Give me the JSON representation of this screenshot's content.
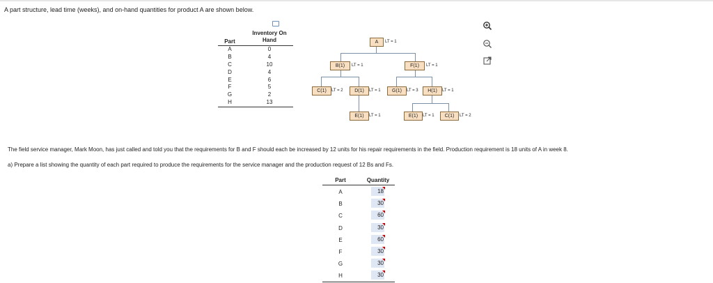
{
  "intro": "A part structure, lead time (weeks), and on-hand quantities for product A are shown below.",
  "inventory": {
    "col_part": "Part",
    "col_onhand": "Inventory On Hand",
    "rows": [
      {
        "part": "A",
        "qty": "0"
      },
      {
        "part": "B",
        "qty": "4"
      },
      {
        "part": "C",
        "qty": "10"
      },
      {
        "part": "D",
        "qty": "4"
      },
      {
        "part": "E",
        "qty": "6"
      },
      {
        "part": "F",
        "qty": "5"
      },
      {
        "part": "G",
        "qty": "2"
      },
      {
        "part": "H",
        "qty": "13"
      }
    ]
  },
  "tree": {
    "A": {
      "label": "A",
      "lt": "LT = 1"
    },
    "B": {
      "label": "B(1)",
      "lt": "LT = 1"
    },
    "F": {
      "label": "F(1)",
      "lt": "LT = 1"
    },
    "C1": {
      "label": "C(1)",
      "lt": "LT = 2"
    },
    "D": {
      "label": "D(1)",
      "lt": "LT = 1"
    },
    "G": {
      "label": "G(1)",
      "lt": "LT = 3"
    },
    "H": {
      "label": "H(1)",
      "lt": "LT = 1"
    },
    "E1": {
      "label": "E(1)",
      "lt": "LT = 1"
    },
    "E2": {
      "label": "E(1)",
      "lt": "LT = 1"
    },
    "C2": {
      "label": "C(1)",
      "lt": "LT = 2"
    }
  },
  "paragraph1": "The field service manager, Mark Moon, has just called and told you that the requirements for B and F should each be increased by 12 units for his repair requirements in the field. Production requirement is 18 units of A in week 8.",
  "paragraph2": "a) Prepare a list showing the quantity of each part required to produce the requirements for the service manager and the production request of 12 Bs and Fs.",
  "answer": {
    "col_part": "Part",
    "col_qty": "Quantity",
    "rows": [
      {
        "part": "A",
        "qty": "18"
      },
      {
        "part": "B",
        "qty": "30"
      },
      {
        "part": "C",
        "qty": "60"
      },
      {
        "part": "D",
        "qty": "30"
      },
      {
        "part": "E",
        "qty": "60"
      },
      {
        "part": "F",
        "qty": "30"
      },
      {
        "part": "G",
        "qty": "30"
      },
      {
        "part": "H",
        "qty": "30"
      }
    ]
  },
  "tools": {
    "zoom_in": "zoom-in-icon",
    "zoom_out": "zoom-out-icon",
    "popout": "popout-icon"
  }
}
